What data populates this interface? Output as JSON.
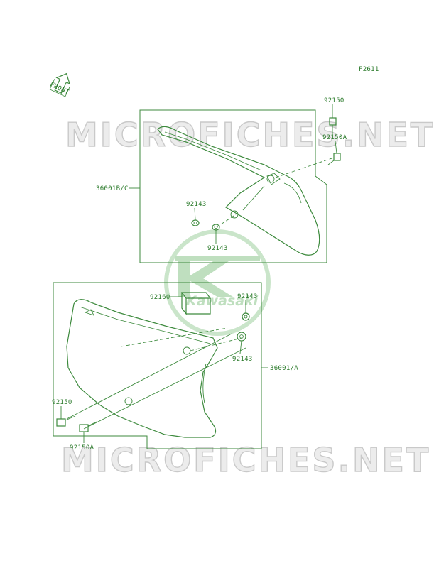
{
  "figure_code": "F2611",
  "front_arrow_label": "FRONT",
  "watermark_text": "MICROFICHES.NET",
  "logo_text": "Kawasaki",
  "colors": {
    "line": "#3d8a3d",
    "watermark": "#c9c9c9",
    "logo": "#5fae5f"
  },
  "labels": {
    "p92150_top": "92150",
    "p92150A_top": "92150A",
    "p36001BC": "36001B/C",
    "p92143_a": "92143",
    "p92143_b": "92143",
    "p92160": "92160",
    "p92143_c": "92143",
    "p92143_d": "92143",
    "p36001A": "36001/A",
    "p92150_bottom": "92150",
    "p92150A_bottom": "92150A"
  }
}
